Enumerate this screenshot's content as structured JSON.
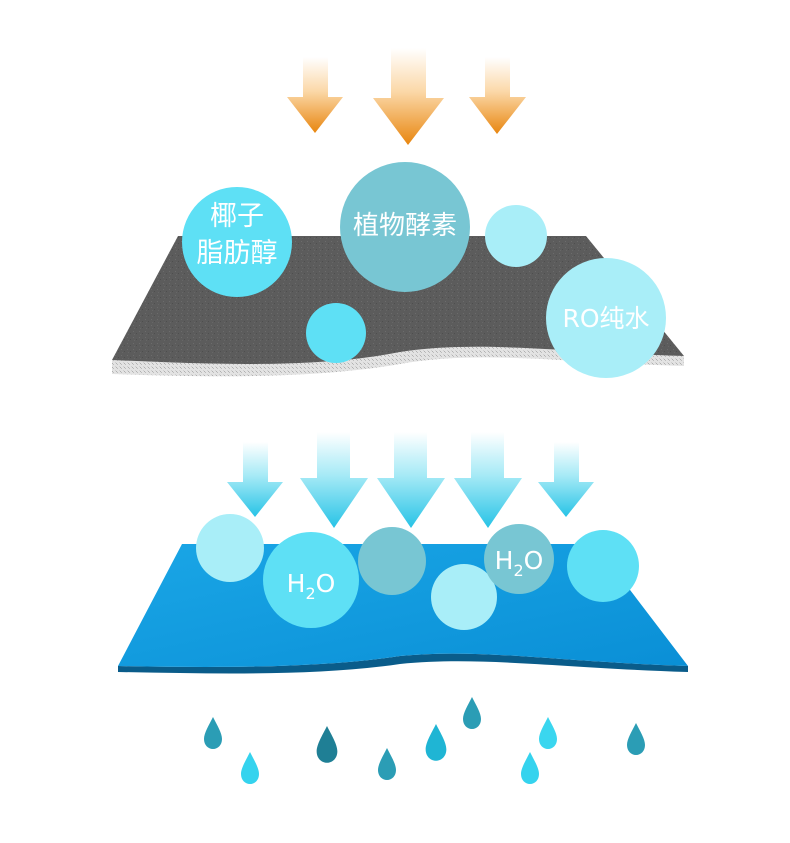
{
  "colors": {
    "arrow_orange_tip": "#e8860f",
    "arrow_cyan_tip": "#27c3e6",
    "dark_sheet": "#5f5f5f",
    "blue_sheet": "#0c9bdf",
    "bubble_cyan": "#5ee0f5",
    "bubble_teal": "#78c6d3",
    "bubble_light": "#a9eef8",
    "drop_dark": "#1f8aa0",
    "drop_light": "#35d3ee"
  },
  "top": {
    "bubbles": {
      "coconut": {
        "line1": "椰子",
        "line2": "脂肪醇"
      },
      "enzyme": {
        "label": "植物酵素"
      },
      "ro_water": {
        "label": "RO纯水"
      }
    }
  },
  "bottom": {
    "h2o_left": {
      "main": "H",
      "sub": "2",
      "tail": "O"
    },
    "h2o_right": {
      "main": "H",
      "sub": "2",
      "tail": "O"
    }
  }
}
